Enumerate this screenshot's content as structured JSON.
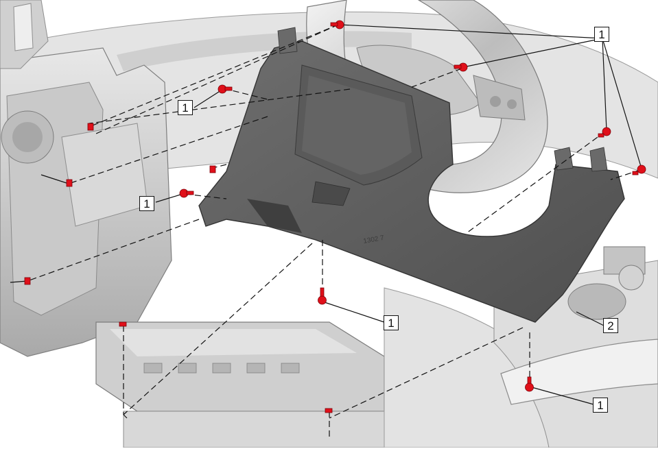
{
  "diagram": {
    "callouts": [
      {
        "id": "c1",
        "label": "1"
      },
      {
        "id": "c2",
        "label": "1"
      },
      {
        "id": "c3",
        "label": "1"
      },
      {
        "id": "c4",
        "label": "1"
      },
      {
        "id": "c5",
        "label": "1"
      },
      {
        "id": "c6",
        "label": "2"
      }
    ],
    "part_marking": "1302 7",
    "colors": {
      "background": "#ffffff",
      "vehicle_parts": "#d6d6d6",
      "panel": "#5d5d5d",
      "fastener": "#e0101a",
      "leader_line": "#111111"
    }
  }
}
